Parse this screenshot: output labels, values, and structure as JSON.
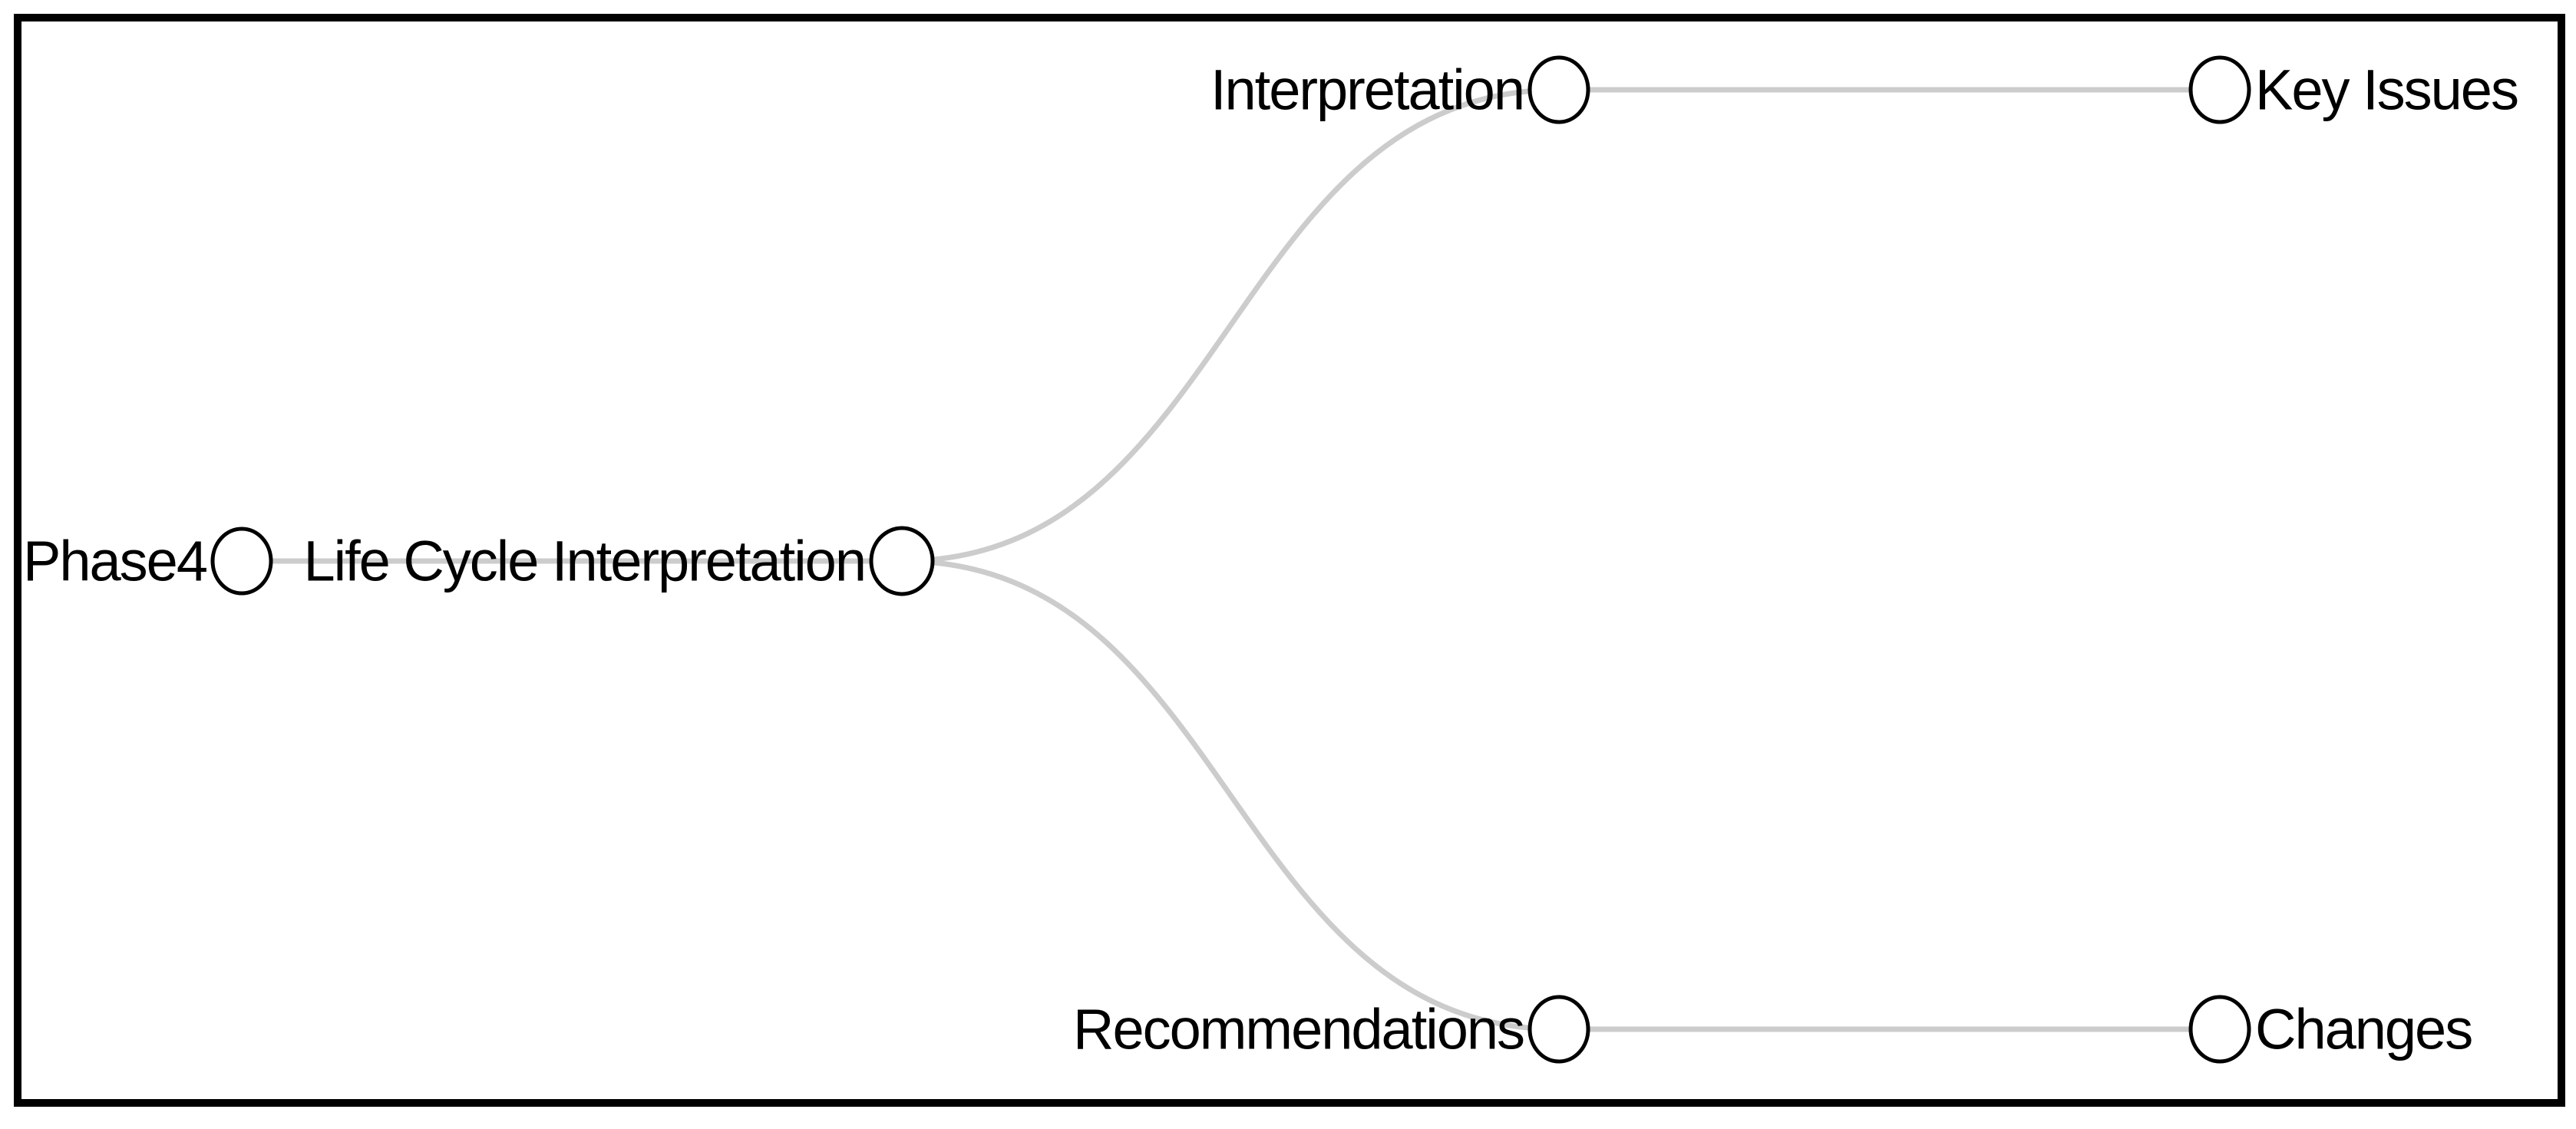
{
  "diagram": {
    "type": "horizontal-tree",
    "nodes": {
      "phase4": {
        "label": "Phase4",
        "depth": 0
      },
      "life_cycle_interpretation": {
        "label": "Life Cycle Interpretation",
        "depth": 1
      },
      "interpretation": {
        "label": "Interpretation",
        "depth": 2
      },
      "recommendations": {
        "label": "Recommendations",
        "depth": 2
      },
      "key_issues": {
        "label": "Key Issues",
        "depth": 3
      },
      "changes": {
        "label": "Changes",
        "depth": 3
      }
    },
    "edges": [
      {
        "from": "Phase4",
        "to": "Life Cycle Interpretation",
        "shape": "straight"
      },
      {
        "from": "Life Cycle Interpretation",
        "to": "Interpretation",
        "shape": "curve"
      },
      {
        "from": "Life Cycle Interpretation",
        "to": "Recommendations",
        "shape": "curve"
      },
      {
        "from": "Interpretation",
        "to": "Key Issues",
        "shape": "straight"
      },
      {
        "from": "Recommendations",
        "to": "Changes",
        "shape": "straight"
      }
    ],
    "colors": {
      "background": "#ffffff",
      "frame_border": "#000000",
      "link": "#cccccc",
      "node_fill": "#ffffff",
      "node_stroke": "#000000",
      "label_text": "#000000"
    }
  }
}
